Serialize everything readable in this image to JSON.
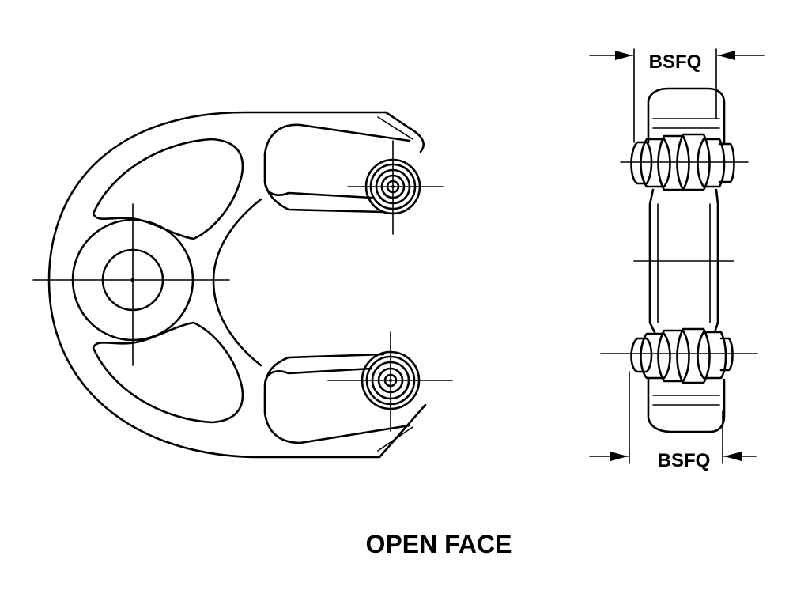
{
  "figure": {
    "caption": "OPEN FACE",
    "dimension_top": "BSFQ",
    "dimension_bottom": "BSFQ",
    "ink_color": "#000000",
    "background_color": "#ffffff"
  }
}
